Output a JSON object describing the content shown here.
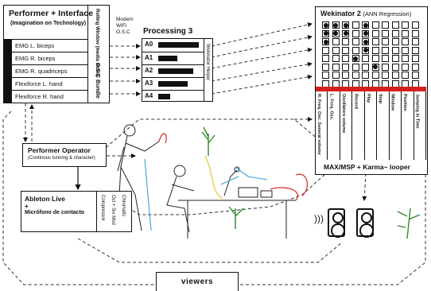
{
  "interface": {
    "title": "Performer + Interface",
    "subtitle": "(Imagination on Technology)",
    "rolling_window": "Rolling Window (media móvil)",
    "osc_bundle": "O.S.C Bundle",
    "sensors": [
      "EMG L. biceps",
      "EMG R. biceps",
      "EMG R. quadriceps",
      "Flexiforce L. hand",
      "Flexiforce R. hand"
    ]
  },
  "transport": [
    "Modem",
    "WiFi",
    "O.S.C"
  ],
  "processing": {
    "title": "Processing 3",
    "outputs": [
      "A0",
      "A1",
      "A2",
      "A3",
      "A4"
    ],
    "levels": [
      0.95,
      0.45,
      0.82,
      0.68,
      0.28
    ],
    "helper": "Wekinator Helper"
  },
  "wekinator": {
    "title": "Wekinator 2",
    "mode": "(ANN Regression)",
    "columns": [
      "R. Freq. Osc. General volume",
      "L. Freq. Osc.",
      "Oscillators volume",
      "Record",
      "Play",
      "Stop",
      "Window",
      "Position",
      "Jumping in Time"
    ],
    "footer": "MAX/MSP + Karma~ looper",
    "accent": "#d42020"
  },
  "operator": {
    "title": "Performer Operator",
    "subtitle": "(Continous tunning & character)"
  },
  "ableton": {
    "title": "Ableton Live",
    "plus": "+",
    "mic": "Micrófono de contacto",
    "effects": [
      "Compressor",
      "Oct + Six Mod",
      "Chromatic"
    ]
  },
  "viewers": {
    "label": "viewers"
  },
  "colors": {
    "plant": "#2e8b2e",
    "cable": "#d42020",
    "accent_blue": "#3aa0d8"
  }
}
